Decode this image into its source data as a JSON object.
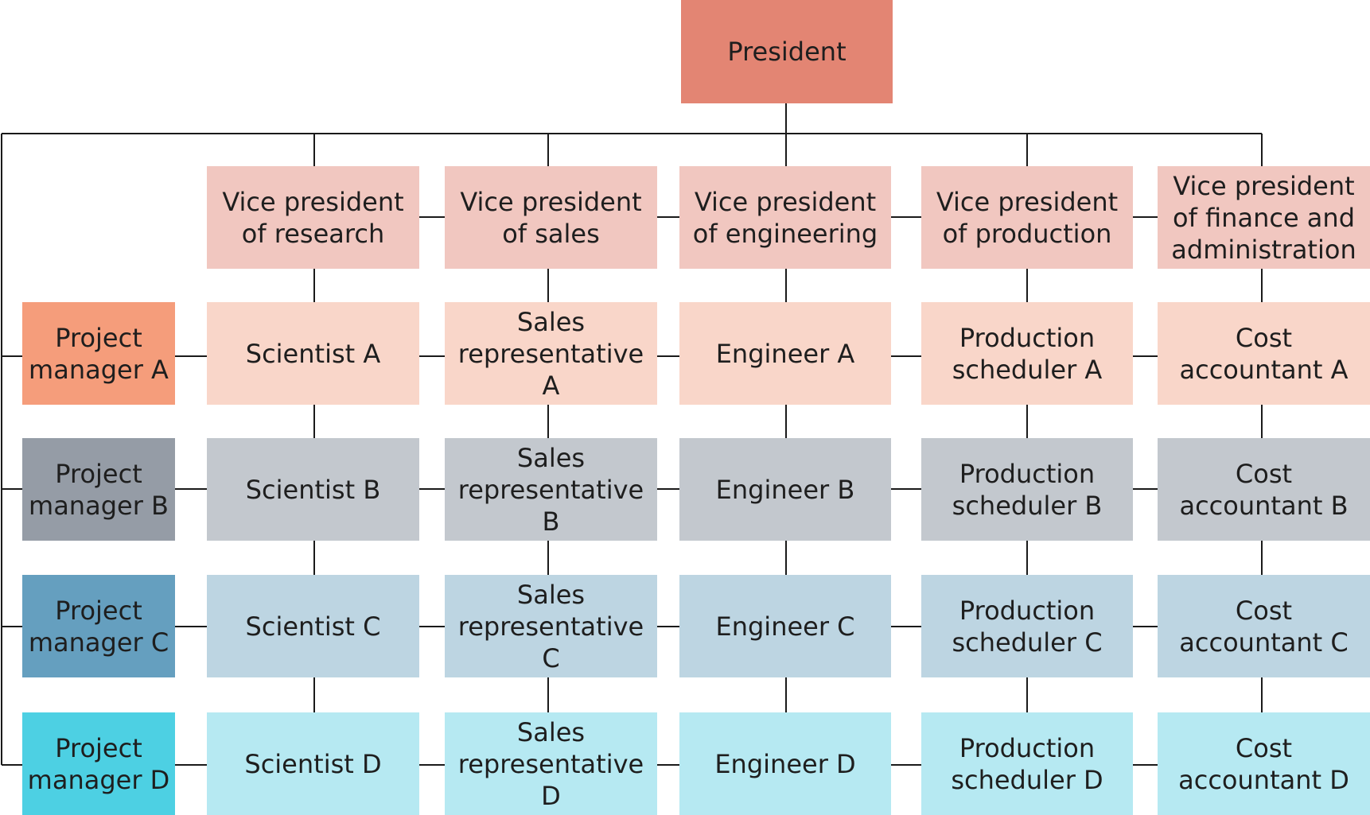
{
  "president": "President",
  "vice_presidents": [
    "Vice president of research",
    "Vice president of sales",
    "Vice president of engineering",
    "Vice president of production",
    "Vice president of finance and administration"
  ],
  "project_managers": [
    "Project manager A",
    "Project manager B",
    "Project manager C",
    "Project manager D"
  ],
  "grid": [
    [
      "Scientist A",
      "Sales representative A",
      "Engineer A",
      "Production scheduler A",
      "Cost accountant A"
    ],
    [
      "Scientist B",
      "Sales representative B",
      "Engineer B",
      "Production scheduler B",
      "Cost accountant B"
    ],
    [
      "Scientist C",
      "Sales representative C",
      "Engineer C",
      "Production scheduler C",
      "Cost accountant C"
    ],
    [
      "Scientist D",
      "Sales representative D",
      "Engineer D",
      "Production scheduler D",
      "Cost accountant D"
    ]
  ],
  "colors": {
    "president": "#e38573",
    "vice_president": "#f1c7c0",
    "rows": [
      "#f9d6c9",
      "#c3c8ce",
      "#bdd5e2",
      "#b6e9f2"
    ],
    "project_managers": [
      "#f59d7b",
      "#959ca6",
      "#659fbf",
      "#4dd0e3"
    ],
    "connector": "#1a1a1a"
  }
}
